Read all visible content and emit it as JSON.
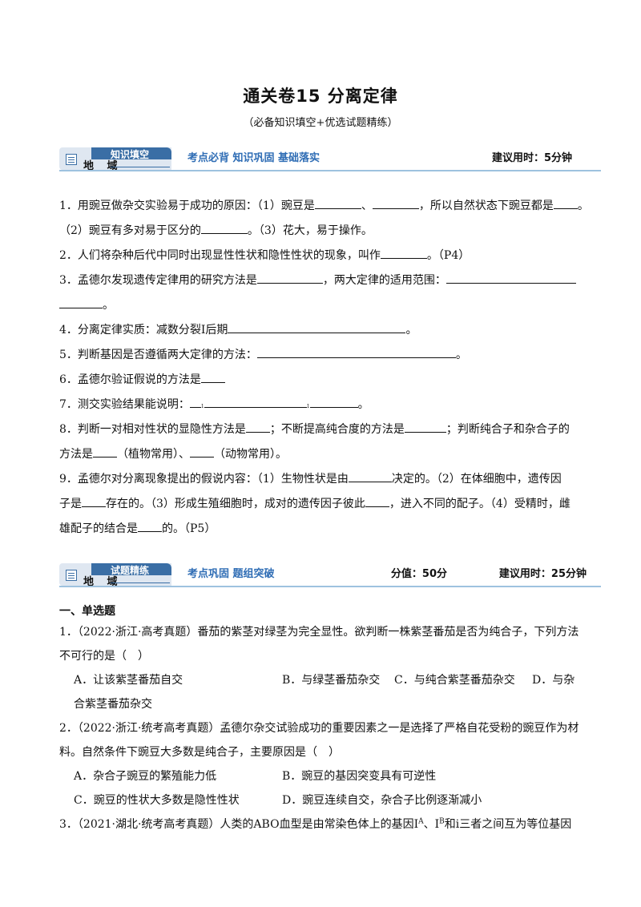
{
  "doc": {
    "title": "通关卷15 分离定律",
    "subtitle": "（必备知识填空+优选试题精练）"
  },
  "section1": {
    "badge": "知识填空",
    "badge_sub": "地 域",
    "tagline": "考点必背 知识巩固 基础落实",
    "time": "建议用时：5分钟"
  },
  "fill": {
    "q1a": "1．用豌豆做杂交实验易于成功的原因：（1）豌豆是",
    "q1b": "、",
    "q1c": "，所以自然状态下豌豆都是",
    "q1d": "。",
    "q1e": "（2）豌豆有多对易于区分的",
    "q1f": "。（3）花大，易于操作。",
    "q2a": "2．人们将杂种后代中同时出现显性性状和隐性性状的现象，叫作",
    "q2b": "。（P4）",
    "q3a": "3．孟德尔发现遗传定律用的研究方法是",
    "q3b": "，两大定律的适用范围：",
    "q3c": "。",
    "q4a": "4．分离定律实质：减数分裂Ⅰ后期",
    "q4b": "。",
    "q5a": "5．判断基因是否遵循两大定律的方法：",
    "q5b": "。",
    "q6a": "6．孟德尔验证假说的方法是",
    "q7a": "7．测交实验结果能说明：",
    "q7mark1": "1",
    "q7mark2": "1",
    "q7b": "。",
    "q8a": "8．判断一对相对性状的显隐性方法是",
    "q8b": "；不断提高纯合度的方法是",
    "q8c": "；判断纯合子和杂合子的",
    "q8d": "方法是",
    "q8e": "（植物常用）、",
    "q8f": "（动物常用）。",
    "q9a": "9．孟德尔对分离现象提出的假说内容：（1）生物性状是由",
    "q9b": "决定的。（2）在体细胞中，遗传因",
    "q9c": "子是",
    "q9d": "存在的。（3）形成生殖细胞时，成对的遗传因子彼此",
    "q9e": "，进入不同的配子。（4）受精时，雌",
    "q9f": "雄配子的结合是",
    "q9g": "的。（P5）"
  },
  "section2": {
    "badge": "试题精练",
    "badge_sub": "地 域",
    "tagline": "考点巩固 题组突破",
    "score": "分值：50分",
    "time": "建议用时：25分钟"
  },
  "mc": {
    "heading": "一、单选题",
    "q1a": "1．（2022·浙江·高考真题）番茄的紫茎对绿茎为完全显性。欲判断一株紫茎番茄是否为纯合子，下列方法",
    "q1b": "不可行的是（　）",
    "q1A": "A．让该紫茎番茄自交",
    "q1B": "B．与绿茎番茄杂交",
    "q1C": "C．与纯合紫茎番茄杂交",
    "q1D": "D．与杂",
    "q1D2": "合紫茎番茄杂交",
    "q2a": "2．（2022·浙江·统考高考真题）孟德尔杂交试验成功的重要因素之一是选择了严格自花受粉的豌豆作为材",
    "q2b": "料。自然条件下豌豆大多数是纯合子，主要原因是（　）",
    "q2A": "A．杂合子豌豆的繁殖能力低",
    "q2B": "B．豌豆的基因突变具有可逆性",
    "q2C": "C．豌豆的性状大多数是隐性性状",
    "q2D": "D．豌豆连续自交，杂合子比例逐渐减小",
    "q3a": "3．（2021·湖北·统考高考真题）人类的ABO血型是由常染色体上的基因I",
    "q3sup1": "A",
    "q3mid": "、I",
    "q3sup2": "B",
    "q3b": "和i三者之间互为等位基因"
  }
}
